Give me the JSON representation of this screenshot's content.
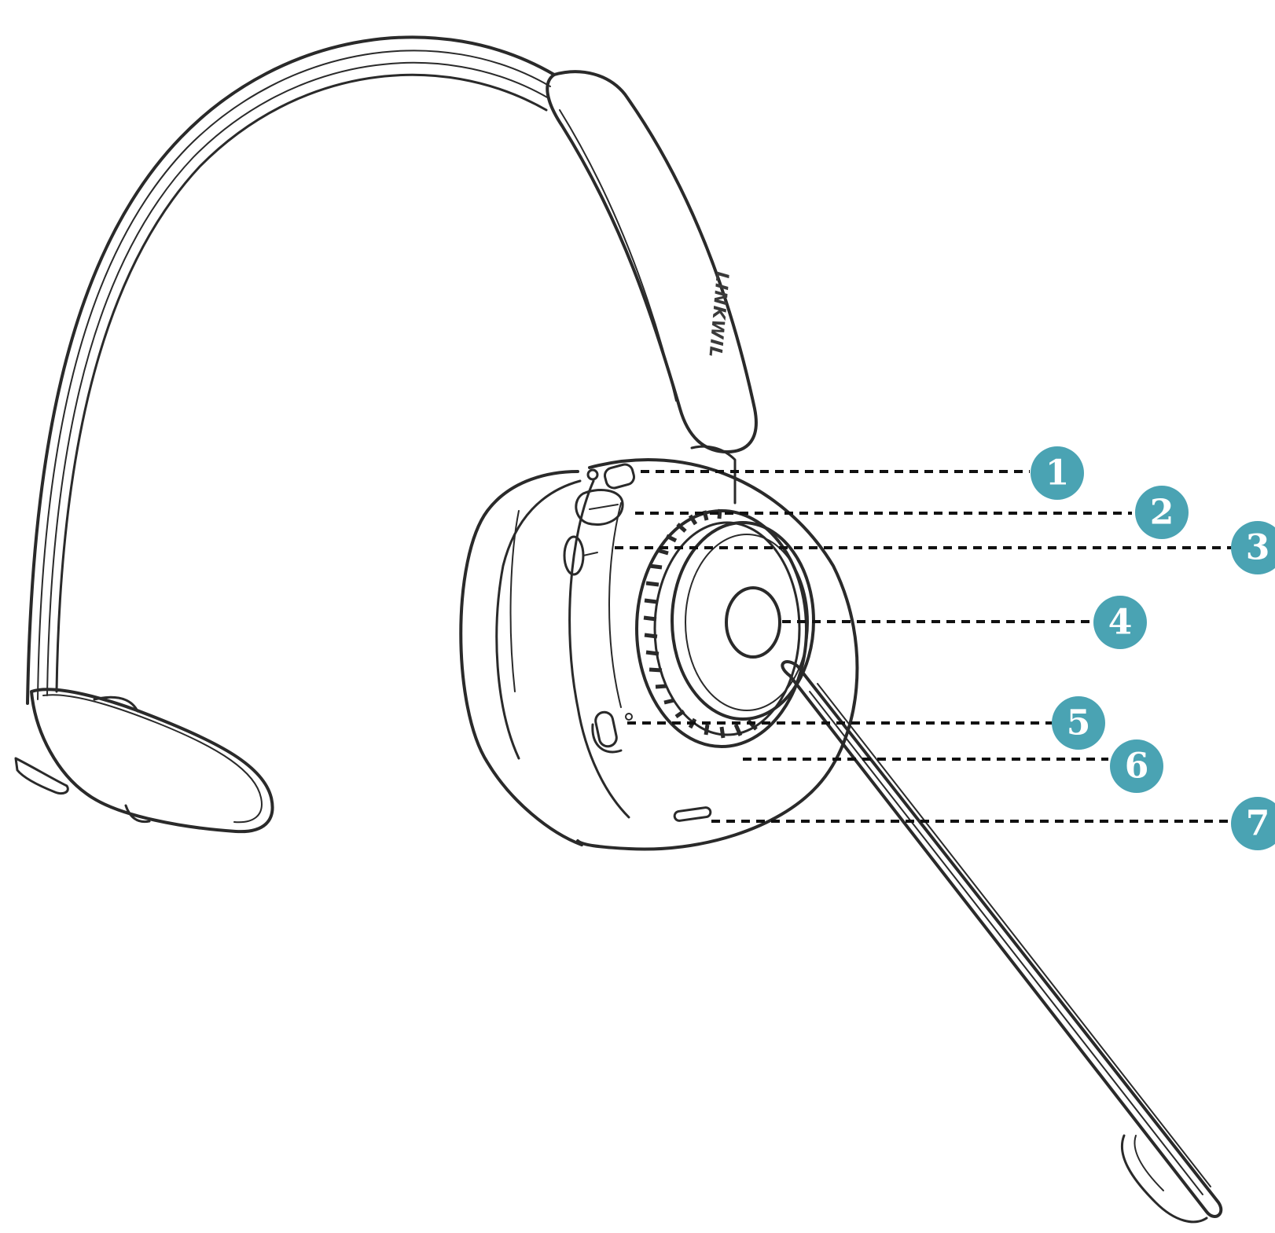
{
  "diagram": {
    "brand_label": "LINKWIL",
    "accent_color": "#4aa3b3",
    "callouts": [
      {
        "number": "1"
      },
      {
        "number": "2"
      },
      {
        "number": "3"
      },
      {
        "number": "4"
      },
      {
        "number": "5"
      },
      {
        "number": "6"
      },
      {
        "number": "7"
      }
    ]
  }
}
